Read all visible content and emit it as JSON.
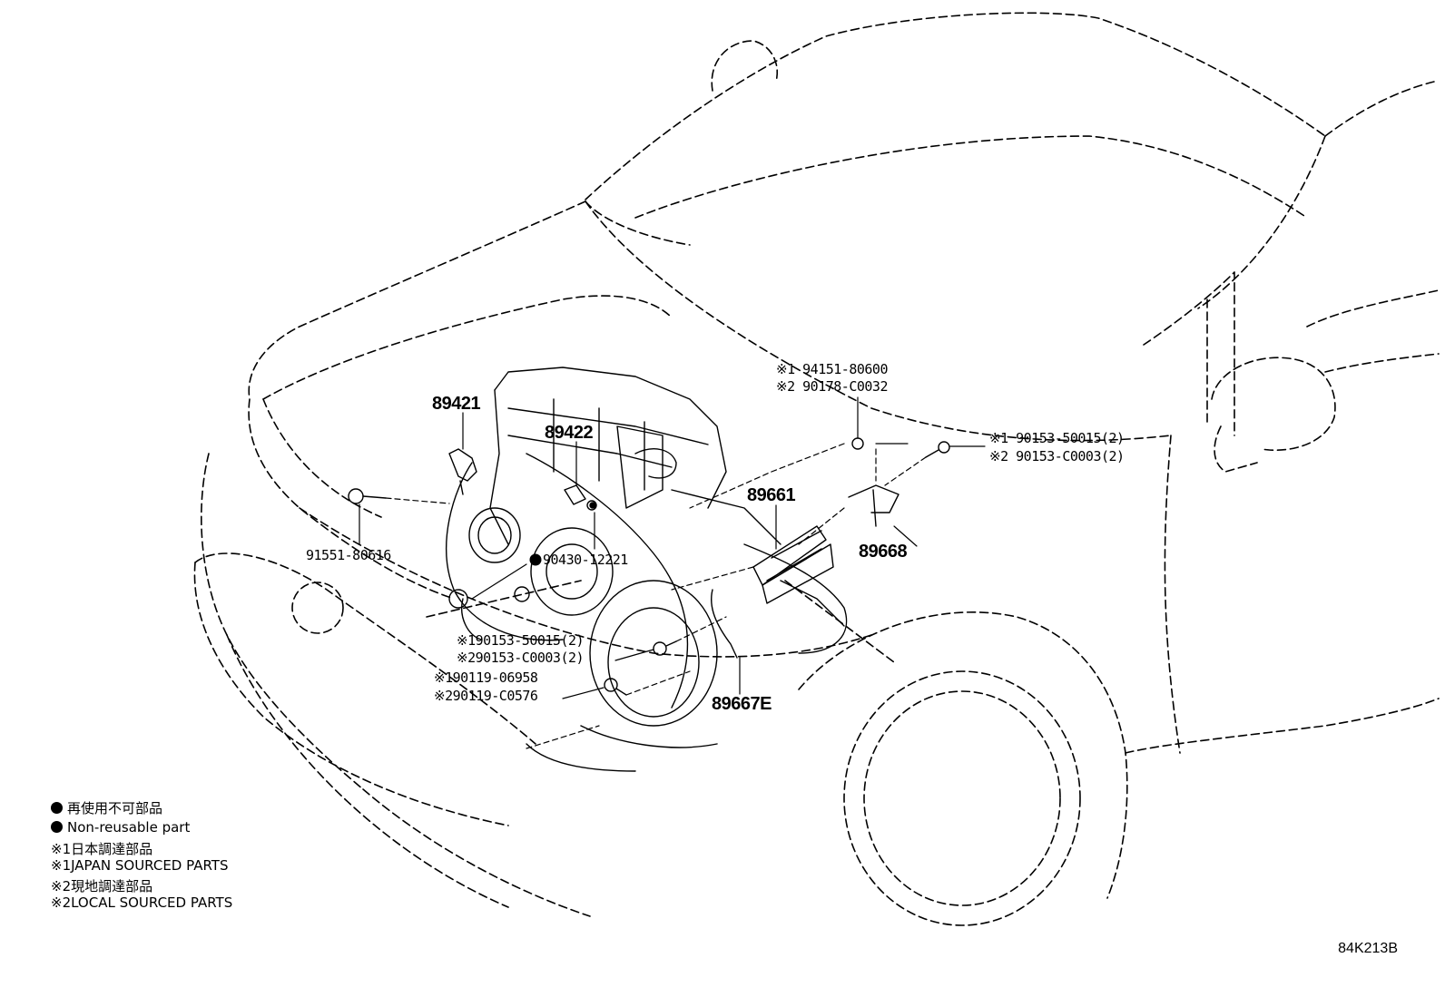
{
  "parts": {
    "p89421": "89421",
    "p89422": "89422",
    "p89661": "89661",
    "p89668": "89668",
    "p89667e": "89667E",
    "p91551": "91551-80616",
    "p90430": "90430-12221"
  },
  "notes": {
    "top_1": "※1 94151-80600",
    "top_2": "※2 90178-C0032",
    "right_1": "※1 90153-50015(2)",
    "right_2": "※2 90153-C0003(2)",
    "mid_1": "※190153-50015(2)",
    "mid_2": "※290153-C0003(2)",
    "low_1": "※190119-06958",
    "low_2": "※290119-C0576"
  },
  "legend": {
    "line1": "再使用不可部品",
    "line2": "Non-reusable part",
    "line3": "※1日本調達部品",
    "line4": "※1JAPAN SOURCED PARTS",
    "line5": "※2現地調達部品",
    "line6": "※2LOCAL SOURCED PARTS"
  },
  "illustration_code": "84K213B"
}
